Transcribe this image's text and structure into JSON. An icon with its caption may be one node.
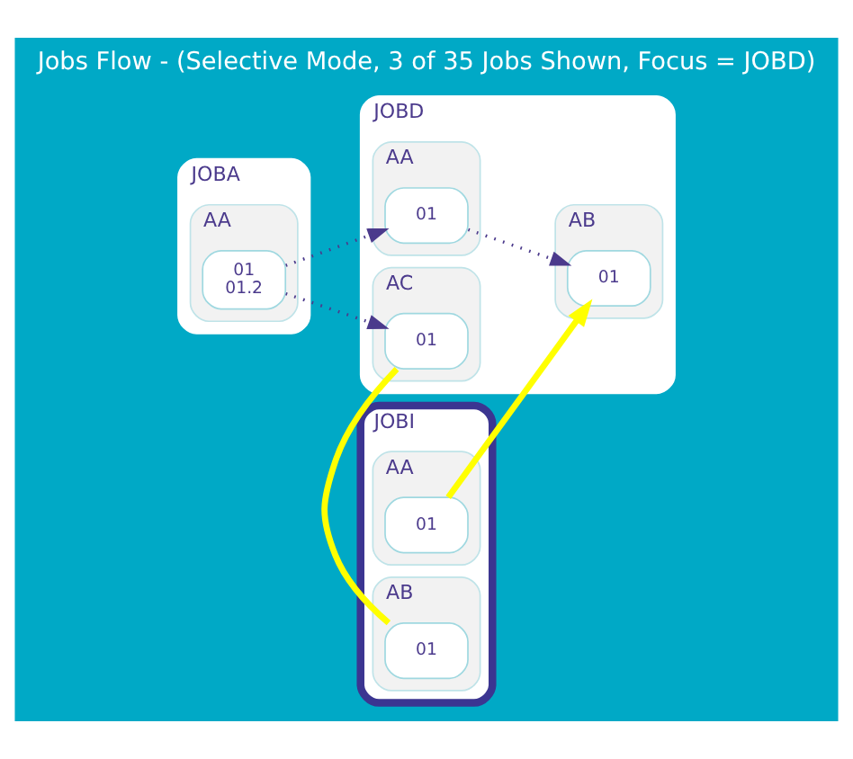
{
  "diagram": {
    "title": "Jobs Flow - (Selective Mode, 3 of 35 Jobs Shown, Focus = JOBD)",
    "nodes": [
      {
        "text": [
          "JOBA"
        ]
      },
      {
        "text": [
          "AA"
        ],
        "in": 0
      },
      {
        "text": [
          "01",
          "01.2"
        ],
        "in": 1
      },
      {
        "text": [
          "JOBD"
        ]
      },
      {
        "text": [
          "AA"
        ],
        "in": 3
      },
      {
        "text": [
          "01"
        ],
        "in": 4
      },
      {
        "text": [
          "AB"
        ],
        "in": 3
      },
      {
        "text": [
          "01"
        ],
        "in": 6
      },
      {
        "text": [
          "AC"
        ],
        "in": 3
      },
      {
        "text": [
          "01"
        ],
        "in": 8
      },
      {
        "text": [
          "JOBI"
        ]
      },
      {
        "text": [
          "AA"
        ],
        "in": 10
      },
      {
        "text": [
          "01"
        ],
        "in": 11
      },
      {
        "text": [
          "AB"
        ],
        "in": 10
      },
      {
        "text": [
          "01"
        ],
        "in": 13
      }
    ],
    "edges": [
      {
        "from": 2,
        "to": 5,
        "arrow": "to",
        "style": "dashed"
      },
      {
        "from": 2,
        "to": 9,
        "arrow": "to",
        "style": "dashed"
      },
      {
        "from": 5,
        "to": 7,
        "arrow": "to",
        "style": "dashed"
      },
      {
        "from": 12,
        "to": 7,
        "arrow": "to",
        "style": "thick",
        "color": "#ffff00"
      },
      {
        "from": 9,
        "to": 14,
        "arrow": "none",
        "style": "thick",
        "color": "#ffff00"
      }
    ]
  }
}
